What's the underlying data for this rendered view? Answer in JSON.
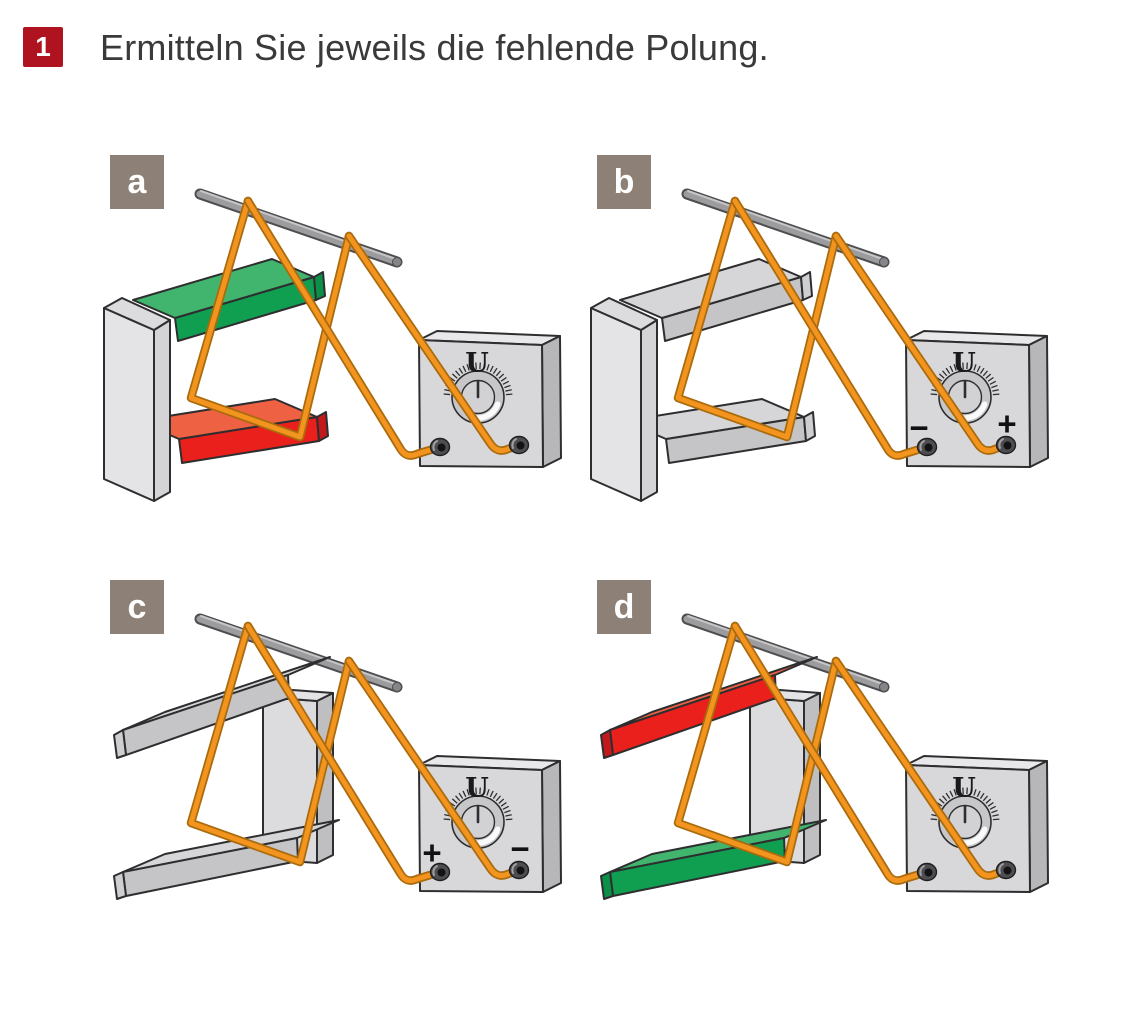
{
  "title": {
    "badge": "1",
    "text": "Ermitteln Sie jeweils die fehlende Polung."
  },
  "voltage_label": "U",
  "panels": [
    {
      "label": "a",
      "magnet_opening": "right",
      "top_pole": "green",
      "bottom_pole": "red",
      "left_terminal_sign": "",
      "right_terminal_sign": ""
    },
    {
      "label": "b",
      "magnet_opening": "right",
      "top_pole": "gray",
      "bottom_pole": "gray",
      "left_terminal_sign": "−",
      "right_terminal_sign": "+"
    },
    {
      "label": "c",
      "magnet_opening": "left",
      "top_pole": "gray",
      "bottom_pole": "gray",
      "left_terminal_sign": "+",
      "right_terminal_sign": "−"
    },
    {
      "label": "d",
      "magnet_opening": "left",
      "top_pole": "red",
      "bottom_pole": "green",
      "left_terminal_sign": "",
      "right_terminal_sign": ""
    }
  ],
  "colors": {
    "badge_bg": "#b01320",
    "badge_text": "#ffffff",
    "title_text": "#3a3a3a",
    "panel_label_bg": "#8d8076",
    "panel_label_text": "#ffffff",
    "outline": "#2e2e30",
    "wire": "#f2941e",
    "wire_outline": "#a96b0e",
    "rod_core": "#9c9c9f",
    "rod_light": "#c6c6c8",
    "rod_outline": "#4e4e50",
    "rod_cap": "#85858a",
    "box_face": "#d8d8da",
    "box_top": "#e8e8ea",
    "box_side": "#b7b7b9",
    "knob_outer": "#c7c7c9",
    "knob_inner": "#d2d2d4",
    "knob_highlight": "#ffffff",
    "terminal": "#4e4e50",
    "terminal_hole": "#131315",
    "terminal_highlight": "#a0a0a4",
    "sign_color": "#111111",
    "u_color": "#1a1a1a",
    "poles": {
      "green": {
        "top": "#41b56d",
        "front": "#109e50",
        "cap": "#0c8f47"
      },
      "red": {
        "top": "#ee6143",
        "front": "#e9201c",
        "cap": "#c2191c"
      },
      "gray": {
        "top": "#d6d6d8",
        "front": "#c5c5c7",
        "cap": "#cfcfd1"
      }
    },
    "magnet_gray": {
      "light": "#e4e4e6",
      "mid": "#d4d4d6",
      "dark": "#bfbfc1",
      "top": "#dcdcde"
    }
  }
}
